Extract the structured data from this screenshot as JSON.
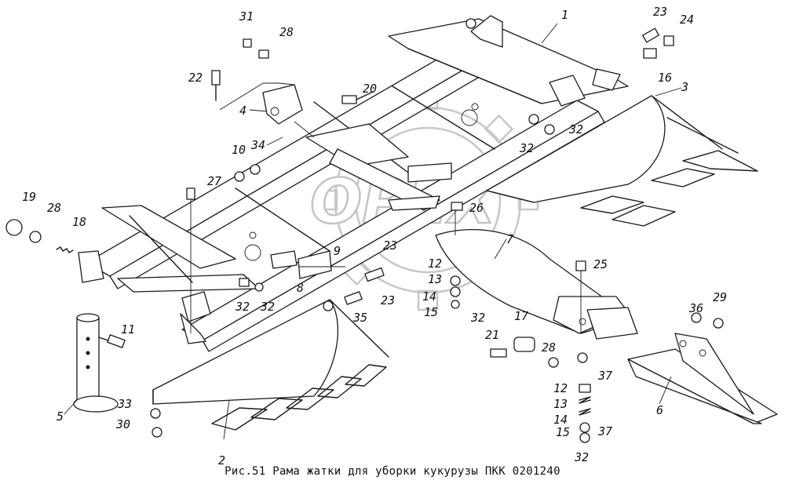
{
  "caption": "Рис.51  Рама жатки для уборки кукурузы ПКК 0201240",
  "watermark": "OPEX",
  "callouts": [
    {
      "id": "c1",
      "text": "1"
    },
    {
      "id": "c2",
      "text": "2"
    },
    {
      "id": "c3",
      "text": "3"
    },
    {
      "id": "c4",
      "text": "4"
    },
    {
      "id": "c5",
      "text": "5"
    },
    {
      "id": "c6",
      "text": "6"
    },
    {
      "id": "c7",
      "text": "7"
    },
    {
      "id": "c8",
      "text": "8"
    },
    {
      "id": "c9",
      "text": "9"
    },
    {
      "id": "c10",
      "text": "10"
    },
    {
      "id": "c11",
      "text": "11"
    },
    {
      "id": "c12a",
      "text": "12"
    },
    {
      "id": "c12b",
      "text": "12"
    },
    {
      "id": "c13a",
      "text": "13"
    },
    {
      "id": "c13b",
      "text": "13"
    },
    {
      "id": "c14a",
      "text": "14"
    },
    {
      "id": "c14b",
      "text": "14"
    },
    {
      "id": "c15a",
      "text": "15"
    },
    {
      "id": "c15b",
      "text": "15"
    },
    {
      "id": "c16",
      "text": "16"
    },
    {
      "id": "c17",
      "text": "17"
    },
    {
      "id": "c18",
      "text": "18"
    },
    {
      "id": "c19",
      "text": "19"
    },
    {
      "id": "c20",
      "text": "20"
    },
    {
      "id": "c21",
      "text": "21"
    },
    {
      "id": "c22",
      "text": "22"
    },
    {
      "id": "c23a",
      "text": "23"
    },
    {
      "id": "c23b",
      "text": "23"
    },
    {
      "id": "c23c",
      "text": "23"
    },
    {
      "id": "c24",
      "text": "24"
    },
    {
      "id": "c25",
      "text": "25"
    },
    {
      "id": "c26",
      "text": "26"
    },
    {
      "id": "c27",
      "text": "27"
    },
    {
      "id": "c28a",
      "text": "28"
    },
    {
      "id": "c28b",
      "text": "28"
    },
    {
      "id": "c28c",
      "text": "28"
    },
    {
      "id": "c29",
      "text": "29"
    },
    {
      "id": "c30",
      "text": "30"
    },
    {
      "id": "c31",
      "text": "31"
    },
    {
      "id": "c32a",
      "text": "32"
    },
    {
      "id": "c32b",
      "text": "32"
    },
    {
      "id": "c32c",
      "text": "32"
    },
    {
      "id": "c32d",
      "text": "32"
    },
    {
      "id": "c32e",
      "text": "32"
    },
    {
      "id": "c32f",
      "text": "32"
    },
    {
      "id": "c33",
      "text": "33"
    },
    {
      "id": "c34",
      "text": "34"
    },
    {
      "id": "c35",
      "text": "35"
    },
    {
      "id": "c36",
      "text": "36"
    },
    {
      "id": "c37a",
      "text": "37"
    },
    {
      "id": "c37b",
      "text": "37"
    }
  ]
}
